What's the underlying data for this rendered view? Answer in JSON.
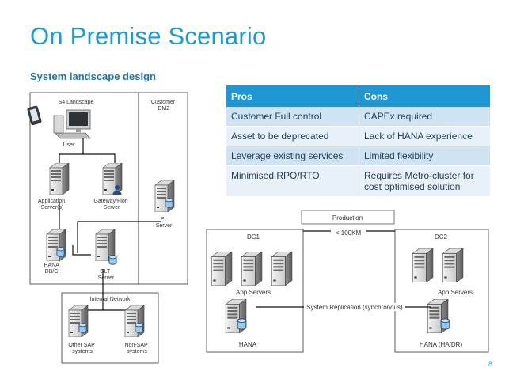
{
  "slide": {
    "title": "On Premise Scenario",
    "subtitle": "System landscape design",
    "page_number": "8"
  },
  "table": {
    "headers": [
      "Pros",
      "Cons"
    ],
    "rows": [
      [
        "Customer Full control",
        "CAPEx required"
      ],
      [
        "Asset to be deprecated",
        "Lack of HANA experience"
      ],
      [
        "Leverage existing services",
        "Limited flexibility"
      ],
      [
        "Minimised RPO/RTO",
        "Requires Metro-cluster for cost optimised solution"
      ]
    ]
  },
  "left_diagram": {
    "s4_landscape": "S4 Landscape",
    "customer_dmz": "Customer DMZ",
    "user": "User",
    "application_servers": "Application Server(s)",
    "gateway_fiori": "Gateway/Fiori Server",
    "pi_server": "PI Server",
    "hana_dbci": "HANA DB/CI",
    "slt_server": "SLT Server",
    "internal_network": "Internal Network",
    "other_sap": "Other SAP systems",
    "non_sap": "Non-SAP systems"
  },
  "right_diagram": {
    "production": "Production",
    "dc1": "DC1",
    "dc2": "DC2",
    "distance": "< 100KM",
    "app_servers_dc1": "App Servers",
    "app_servers_dc2": "App Servers",
    "replication": "System Replication  (synchronous)",
    "hana": "HANA",
    "hana_ha_dr": "HANA (HA/DR)"
  },
  "colors": {
    "title": "#1a9ad6",
    "subtitle": "#1e75ae",
    "table_header": "#1f97d4",
    "row_odd": "#cfe3f2",
    "row_even": "#e8f1f9",
    "db_blue": "#9cc8ea"
  }
}
